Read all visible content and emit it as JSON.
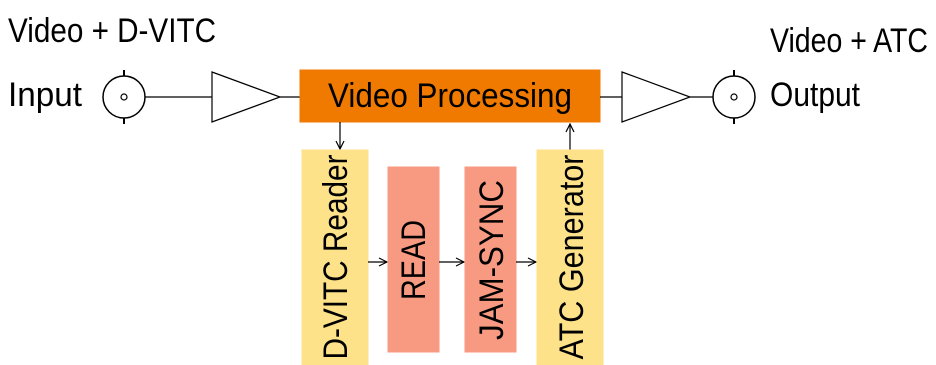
{
  "input": {
    "line1": "Video + D-VITC",
    "line2": "Input"
  },
  "output": {
    "line1": "Video + ATC",
    "line2": "Output"
  },
  "processing": {
    "label": "Video Processing"
  },
  "blocks": {
    "reader": "D-VITC Reader",
    "read": "READ",
    "jamsync": "JAM-SYNC",
    "generator": "ATC Generator"
  },
  "colors": {
    "processing": "#f07a00",
    "reader_gen": "#fde28a",
    "read_jam": "#f89a82",
    "line": "#000000"
  }
}
